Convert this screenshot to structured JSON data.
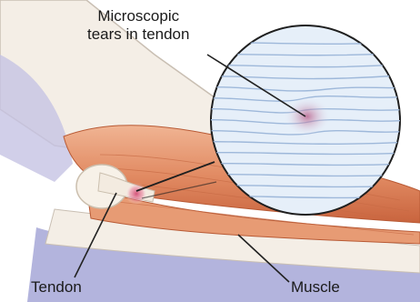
{
  "labels": {
    "tears_line1": "Microscopic",
    "tears_line2": "tears in tendon",
    "tendon": "Tendon",
    "muscle": "Muscle"
  },
  "colors": {
    "skin": "#f4eee6",
    "skin_edge": "#c9bfb3",
    "shadow": "#b3b4dd",
    "muscle": "#e9a07a",
    "muscle_dark": "#c9643e",
    "tendon": "#f7f1e8",
    "tear": "#d2436e",
    "magnifier": "#e6eff9",
    "fiber": "#9eb8da",
    "leader": "#222222"
  }
}
